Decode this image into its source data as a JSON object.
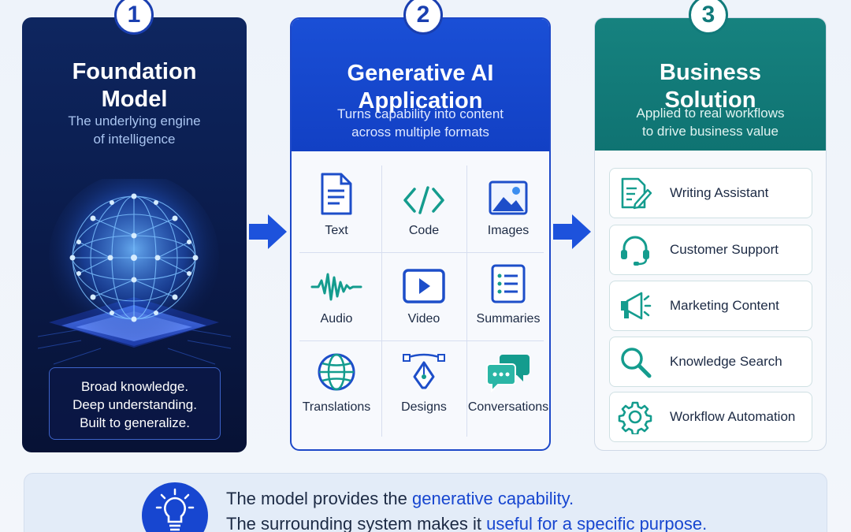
{
  "steps": [
    {
      "number": "1",
      "title_line1": "Foundation",
      "title_line2": "Model",
      "subtitle_line1": "The underlying engine",
      "subtitle_line2": "of intelligence",
      "traits": [
        "Broad knowledge.",
        "Deep understanding.",
        "Built to generalize."
      ]
    },
    {
      "number": "2",
      "title_line1": "Generative AI",
      "title_line2": "Application",
      "subtitle_line1": "Turns capability into content",
      "subtitle_line2": "across multiple formats",
      "formats": [
        {
          "label": "Text",
          "icon": "document-icon"
        },
        {
          "label": "Code",
          "icon": "code-icon"
        },
        {
          "label": "Images",
          "icon": "image-icon"
        },
        {
          "label": "Audio",
          "icon": "waveform-icon"
        },
        {
          "label": "Video",
          "icon": "play-icon"
        },
        {
          "label": "Summaries",
          "icon": "list-icon"
        },
        {
          "label": "Translations",
          "icon": "globe-icon"
        },
        {
          "label": "Designs",
          "icon": "pen-tool-icon"
        },
        {
          "label": "Conversations",
          "icon": "chat-icon"
        }
      ]
    },
    {
      "number": "3",
      "title_line1": "Business",
      "title_line2": "Solution",
      "subtitle_line1": "Applied to real workflows",
      "subtitle_line2": "to drive business value",
      "solutions": [
        {
          "label": "Writing Assistant",
          "icon": "edit-document-icon"
        },
        {
          "label": "Customer Support",
          "icon": "headset-icon"
        },
        {
          "label": "Marketing Content",
          "icon": "megaphone-icon"
        },
        {
          "label": "Knowledge Search",
          "icon": "magnifier-icon"
        },
        {
          "label": "Workflow Automation",
          "icon": "gear-icon"
        }
      ]
    }
  ],
  "banner": {
    "line1_plain": "The model provides the ",
    "line1_highlight": "generative capability.",
    "line2_plain": "The surrounding system makes it ",
    "line2_highlight": "useful for a specific purpose."
  },
  "colors": {
    "navy": "#0a1a48",
    "blue": "#1a4fd6",
    "teal": "#0f7372"
  }
}
